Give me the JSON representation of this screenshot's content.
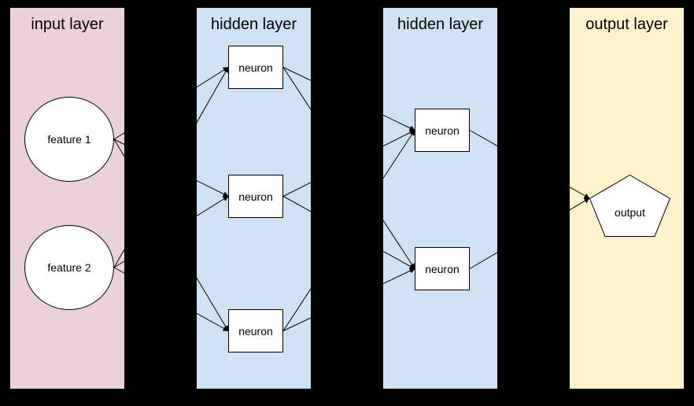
{
  "canvas": {
    "background": "#000000"
  },
  "layers": [
    {
      "title": "input layer",
      "color": "#ead1dc"
    },
    {
      "title": "hidden layer",
      "color": "#cfe2f3"
    },
    {
      "title": "hidden layer",
      "color": "#cfe2f3"
    },
    {
      "title": "output layer",
      "color": "#fff2cc"
    }
  ],
  "nodes": {
    "feature1": {
      "label": "feature 1",
      "shape": "circle",
      "layer": 0
    },
    "feature2": {
      "label": "feature 2",
      "shape": "circle",
      "layer": 0
    },
    "neuron1": {
      "label": "neuron",
      "shape": "rect",
      "layer": 1
    },
    "neuron2": {
      "label": "neuron",
      "shape": "rect",
      "layer": 1
    },
    "neuron3": {
      "label": "neuron",
      "shape": "rect",
      "layer": 1
    },
    "neuron4": {
      "label": "neuron",
      "shape": "rect",
      "layer": 2
    },
    "neuron5": {
      "label": "neuron",
      "shape": "rect",
      "layer": 2
    },
    "output": {
      "label": "output",
      "shape": "pentagon",
      "layer": 3
    }
  },
  "edges": [
    {
      "from": "feature1",
      "to": "neuron1"
    },
    {
      "from": "feature1",
      "to": "neuron2"
    },
    {
      "from": "feature1",
      "to": "neuron3"
    },
    {
      "from": "feature2",
      "to": "neuron1"
    },
    {
      "from": "feature2",
      "to": "neuron2"
    },
    {
      "from": "feature2",
      "to": "neuron3"
    },
    {
      "from": "neuron1",
      "to": "neuron4"
    },
    {
      "from": "neuron1",
      "to": "neuron5"
    },
    {
      "from": "neuron2",
      "to": "neuron4"
    },
    {
      "from": "neuron2",
      "to": "neuron5"
    },
    {
      "from": "neuron3",
      "to": "neuron4"
    },
    {
      "from": "neuron3",
      "to": "neuron5"
    },
    {
      "from": "neuron4",
      "to": "output"
    },
    {
      "from": "neuron5",
      "to": "output"
    }
  ],
  "style": {
    "shape_fill": "#ffffff",
    "line_color": "#000000",
    "text_color": "#000000"
  }
}
